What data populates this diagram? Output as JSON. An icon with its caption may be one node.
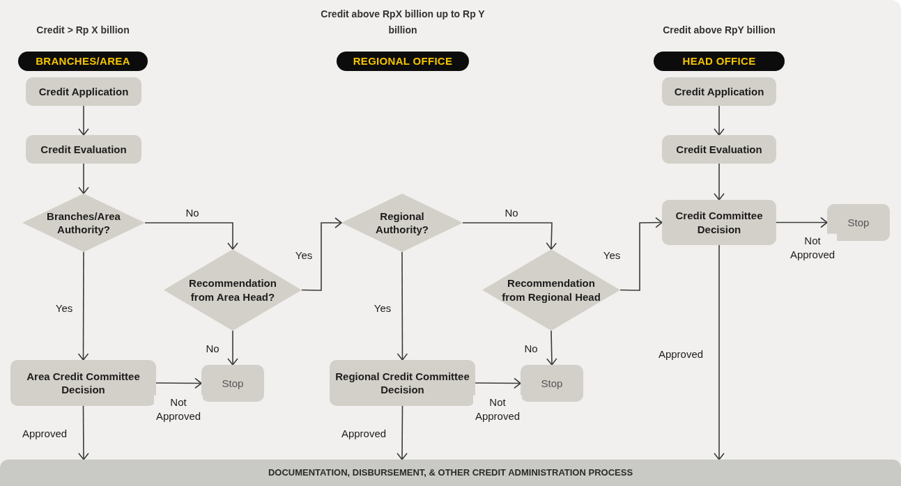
{
  "diagram": {
    "nodes": [
      {
        "text": [
          "BRANCHES/AREA"
        ],
        "beside": [
          "Credit > Rp X billion"
        ]
      },
      {
        "text": [
          "REGIONAL OFFICE"
        ],
        "beside": [
          "Credit above RpX billion up to Rp Y billion"
        ]
      },
      {
        "text": [
          "HEAD OFFICE"
        ],
        "beside": [
          "Credit above RpY billion"
        ]
      },
      {
        "text": [
          "Credit Application"
        ]
      },
      {
        "text": [
          "Credit Evaluation"
        ]
      },
      {
        "text": [
          "Branches/Area Authority?"
        ]
      },
      {
        "text": [
          "Recommendation from Area Head?"
        ]
      },
      {
        "text": [
          "Area Credit Committee Decision"
        ]
      },
      {
        "text": [
          "Stop"
        ]
      },
      {
        "text": [
          "Regional Authority?"
        ]
      },
      {
        "text": [
          "Recommendation from Regional Head"
        ]
      },
      {
        "text": [
          "Regional Credit Committee Decision"
        ]
      },
      {
        "text": [
          "Stop"
        ]
      },
      {
        "text": [
          "Credit Application"
        ]
      },
      {
        "text": [
          "Credit Evaluation"
        ]
      },
      {
        "text": [
          "Credit Committee Decision"
        ]
      },
      {
        "text": [
          "Stop"
        ]
      },
      {
        "text": [
          "DOCUMENTATION, DISBURSEMENT, & OTHER CREDIT ADMINISTRATION PROCESS"
        ]
      }
    ],
    "edges": [
      {
        "from": 3,
        "to": 4,
        "arrow": "to"
      },
      {
        "from": 4,
        "to": 5,
        "arrow": "to"
      },
      {
        "from": 5,
        "to": 6,
        "arrow": "to",
        "label": "No"
      },
      {
        "from": 5,
        "to": 7,
        "arrow": "to",
        "label": "Yes"
      },
      {
        "from": 6,
        "to": 9,
        "arrow": "to",
        "label": "Yes"
      },
      {
        "from": 6,
        "to": 8,
        "arrow": "to",
        "label": "No"
      },
      {
        "from": 7,
        "to": 8,
        "arrow": "to",
        "label": "Not Approved"
      },
      {
        "from": 7,
        "to": 17,
        "arrow": "to",
        "label": "Approved"
      },
      {
        "from": 9,
        "to": 10,
        "arrow": "to",
        "label": "No"
      },
      {
        "from": 9,
        "to": 11,
        "arrow": "to",
        "label": "Yes"
      },
      {
        "from": 10,
        "to": 15,
        "arrow": "to",
        "label": "Yes"
      },
      {
        "from": 10,
        "to": 12,
        "arrow": "to",
        "label": "No"
      },
      {
        "from": 11,
        "to": 12,
        "arrow": "to",
        "label": "Not Approved"
      },
      {
        "from": 11,
        "to": 17,
        "arrow": "to",
        "label": "Approved"
      },
      {
        "from": 13,
        "to": 14,
        "arrow": "to"
      },
      {
        "from": 14,
        "to": 15,
        "arrow": "to"
      },
      {
        "from": 15,
        "to": 16,
        "arrow": "to",
        "label": "Not Approved"
      },
      {
        "from": 15,
        "to": 17,
        "arrow": "to",
        "label": "Approved"
      }
    ]
  }
}
